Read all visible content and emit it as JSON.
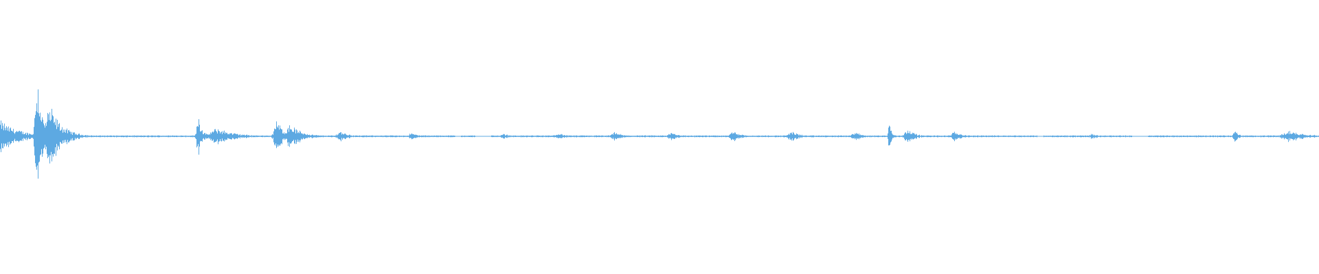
{
  "waveform": {
    "color": "#5da9e2",
    "background": "#ffffff",
    "events": [
      {
        "t": 0.0,
        "w": 0.032,
        "amp": 0.12
      },
      {
        "t": 0.028,
        "w": 0.008,
        "amp": 0.5
      },
      {
        "t": 0.038,
        "w": 0.02,
        "amp": 0.22
      },
      {
        "t": 0.15,
        "w": 0.006,
        "amp": 0.18
      },
      {
        "t": 0.165,
        "w": 0.03,
        "amp": 0.06
      },
      {
        "t": 0.21,
        "w": 0.012,
        "amp": 0.12
      },
      {
        "t": 0.22,
        "w": 0.02,
        "amp": 0.09
      },
      {
        "t": 0.258,
        "w": 0.014,
        "amp": 0.04
      },
      {
        "t": 0.312,
        "w": 0.012,
        "amp": 0.025
      },
      {
        "t": 0.382,
        "w": 0.012,
        "amp": 0.02
      },
      {
        "t": 0.423,
        "w": 0.014,
        "amp": 0.025
      },
      {
        "t": 0.466,
        "w": 0.012,
        "amp": 0.035
      },
      {
        "t": 0.509,
        "w": 0.012,
        "amp": 0.035
      },
      {
        "t": 0.556,
        "w": 0.014,
        "amp": 0.04
      },
      {
        "t": 0.6,
        "w": 0.014,
        "amp": 0.04
      },
      {
        "t": 0.648,
        "w": 0.012,
        "amp": 0.035
      },
      {
        "t": 0.674,
        "w": 0.004,
        "amp": 0.11
      },
      {
        "t": 0.688,
        "w": 0.012,
        "amp": 0.06
      },
      {
        "t": 0.724,
        "w": 0.014,
        "amp": 0.035
      },
      {
        "t": 0.828,
        "w": 0.012,
        "amp": 0.02
      },
      {
        "t": 0.936,
        "w": 0.006,
        "amp": 0.05
      },
      {
        "t": 0.978,
        "w": 0.03,
        "amp": 0.04
      }
    ],
    "gaps": [
      [
        0.345,
        0.349
      ],
      [
        0.36,
        0.372
      ],
      [
        0.786,
        0.791
      ],
      [
        0.858,
        0.87
      ]
    ],
    "baseline_amp": 0.007
  }
}
